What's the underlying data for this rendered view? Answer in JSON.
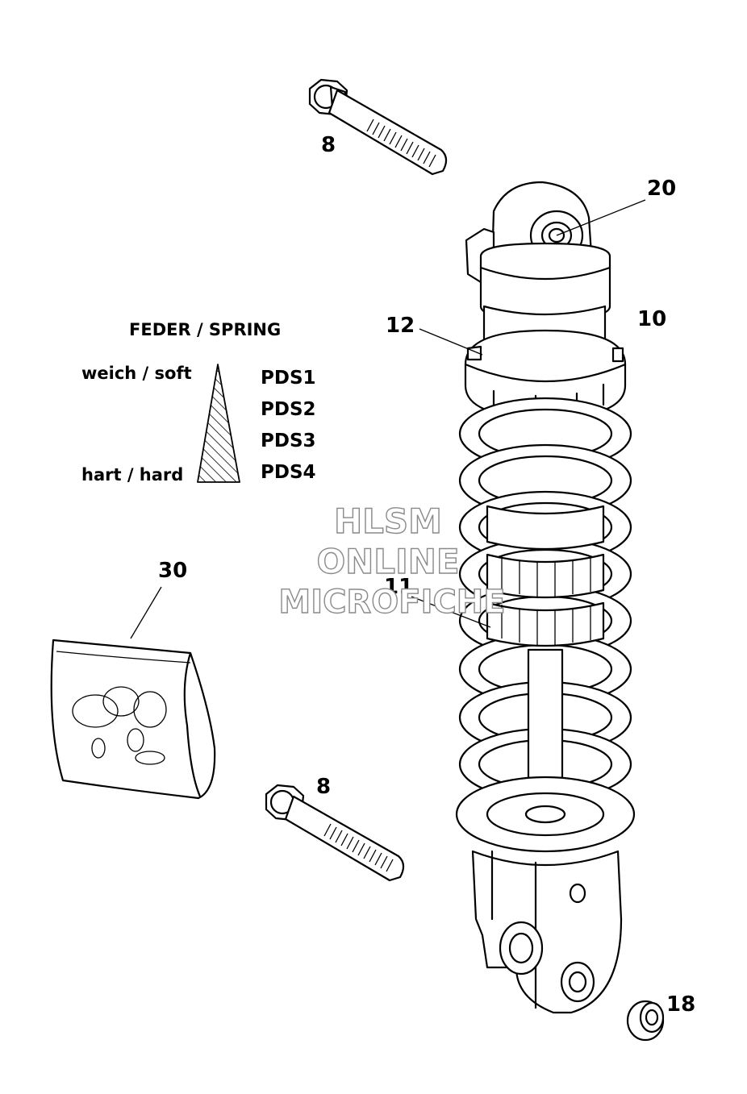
{
  "callouts": {
    "bolt_top": "8",
    "top_eye_bushing": "20",
    "preload_nut": "12",
    "shock_absorber": "10",
    "spring": "11",
    "sticker": "30",
    "bolt_bottom": "8",
    "bottom_bushing": "18"
  },
  "legend": {
    "title": "FEDER / SPRING",
    "soft_label": "weich / soft",
    "hard_label": "hart / hard",
    "spring_codes": [
      "PDS1",
      "PDS2",
      "PDS3",
      "PDS4"
    ]
  },
  "watermark": {
    "line1": "HLSM",
    "line2": "ONLINE",
    "line3": "MICROFICHE"
  }
}
